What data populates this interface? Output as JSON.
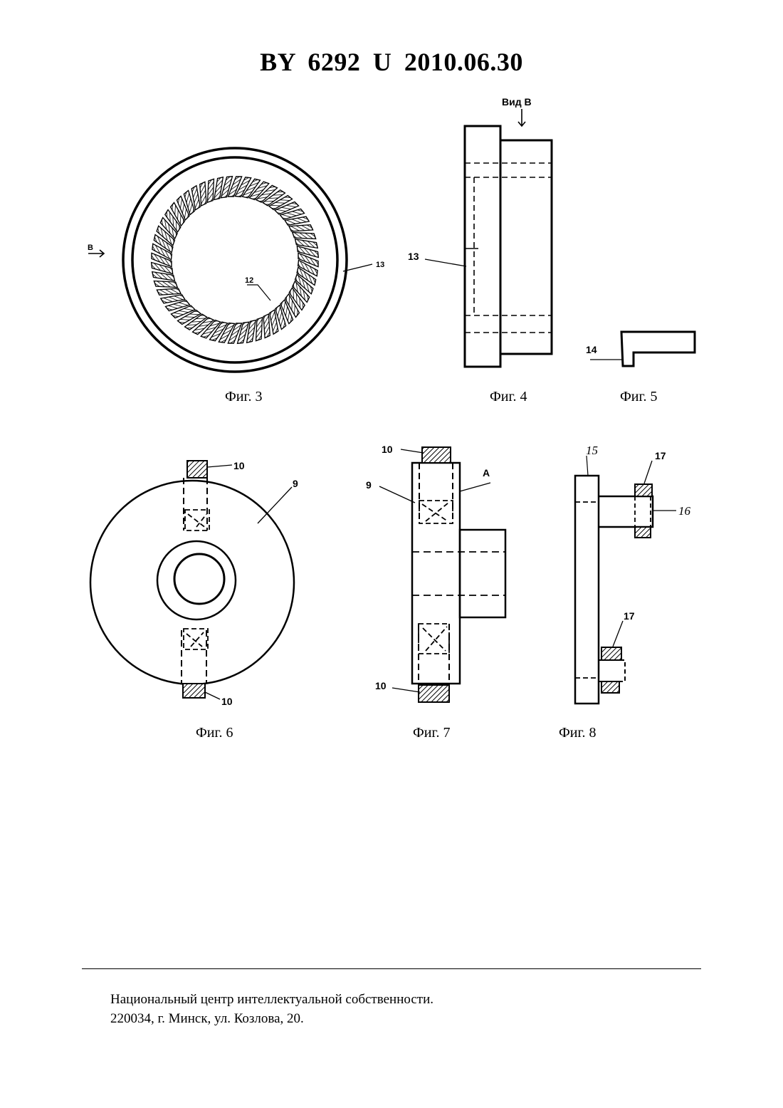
{
  "header": {
    "title": "BY  6292  U  2010.06.30"
  },
  "figures": {
    "fig3": {
      "caption": "Фиг. 3",
      "labels": {
        "arrow": "B",
        "ring": "13",
        "teeth": "12"
      }
    },
    "fig4": {
      "caption": "Фиг. 4",
      "labels": {
        "view": "Вид B",
        "part": "13"
      }
    },
    "fig5": {
      "caption": "Фиг. 5",
      "labels": {
        "part": "14"
      }
    },
    "fig6": {
      "caption": "Фиг. 6",
      "labels": {
        "insert_top": "10",
        "disk": "9",
        "insert_bottom": "10"
      }
    },
    "fig7": {
      "caption": "Фиг. 7",
      "labels": {
        "insert_top": "10",
        "disk": "9",
        "side": "A",
        "insert_bottom": "10"
      }
    },
    "fig8": {
      "caption": "Фиг. 8",
      "labels": {
        "plate": "15",
        "insert_top": "17",
        "shaft": "16",
        "insert_bottom": "17"
      }
    }
  },
  "footer": {
    "line1": "Национальный центр интеллектуальной собственности.",
    "line2": "220034, г. Минск, ул. Козлова, 20."
  }
}
